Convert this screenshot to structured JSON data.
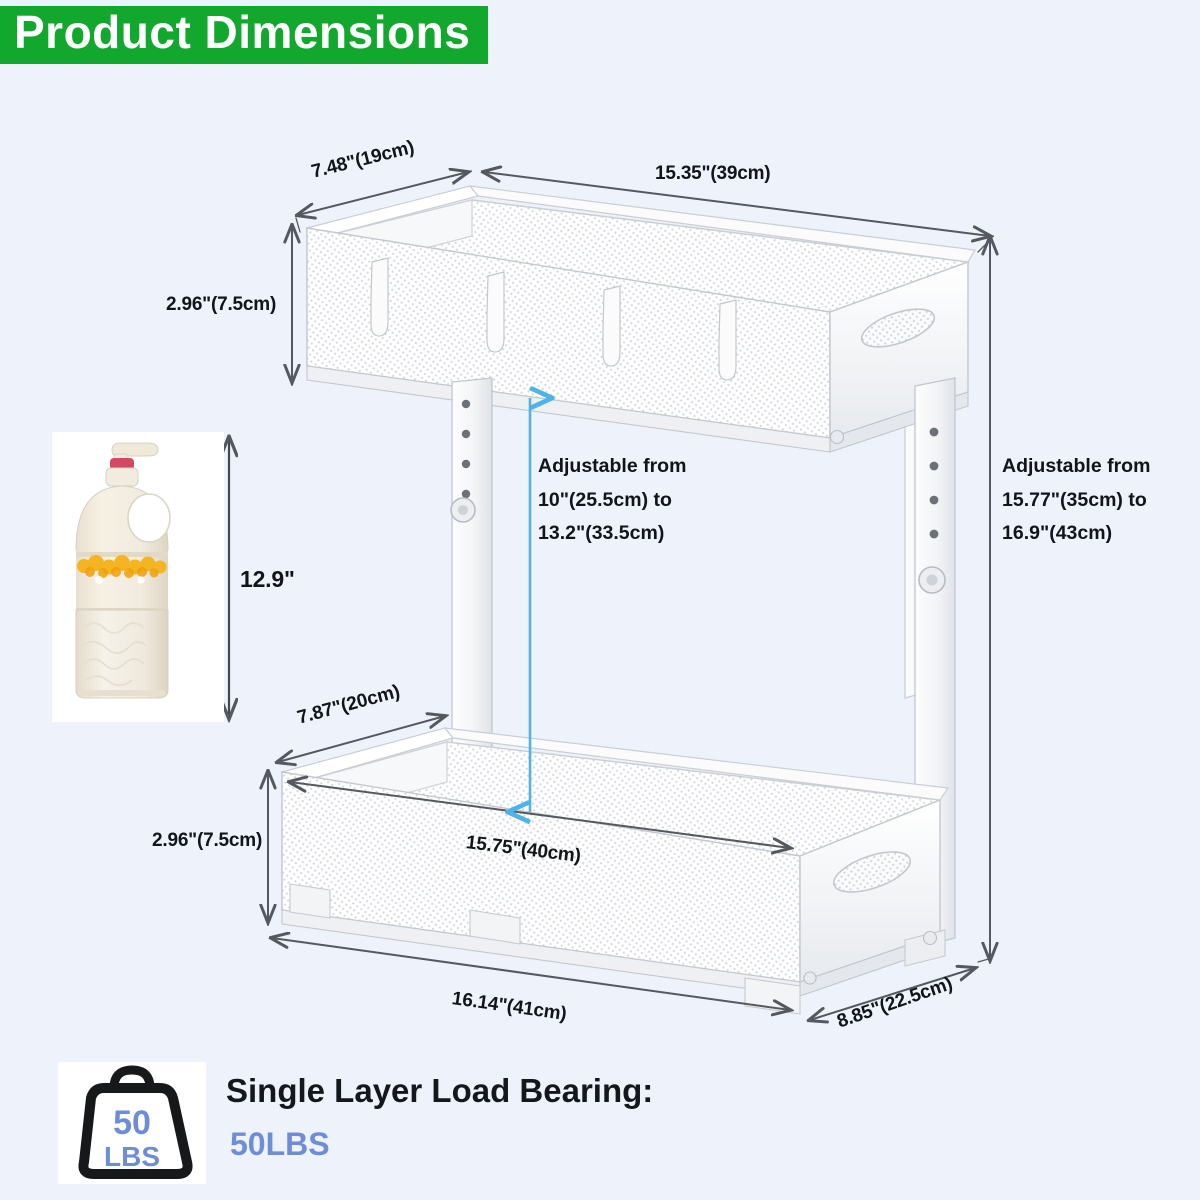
{
  "header": {
    "title": "Product Dimensions",
    "banner_color": "#12a82e",
    "text_color": "#ffffff"
  },
  "background_color": "#eef2fb",
  "product": {
    "name": "2-tier adjustable under-sink mesh storage rack",
    "color": "#ffffff"
  },
  "dimensions": {
    "top_shelf_depth": "7.48\"(19cm)",
    "top_shelf_width": "15.35\"(39cm)",
    "top_shelf_height": "2.96\"(7.5cm)",
    "bottom_shelf_depth": "7.87\"(20cm)",
    "bottom_shelf_inner_width": "15.75\"(40cm)",
    "bottom_shelf_height": "2.96\"(7.5cm)",
    "base_width": "16.14\"(41cm)",
    "base_depth": "8.85\"(22.5cm)"
  },
  "annotations": {
    "middle_clearance": {
      "line1": "Adjustable from",
      "line2": "10\"(25.5cm) to",
      "line3": "13.2\"(33.5cm)",
      "arrow_color": "#4fb3e8"
    },
    "total_height": {
      "line1": "Adjustable from",
      "line2": "15.77\"(35cm) to",
      "line3": "16.9\"(43cm)"
    }
  },
  "bottle": {
    "height_label": "12.9\"",
    "body_color": "#f2ece0",
    "accent_color": "#f5b421"
  },
  "load_bearing": {
    "badge_value": "50",
    "badge_unit": "LBS",
    "title": "Single Layer Load Bearing:",
    "value": "50LBS",
    "value_color": "#6e8dd6",
    "icon": "weight-icon"
  }
}
